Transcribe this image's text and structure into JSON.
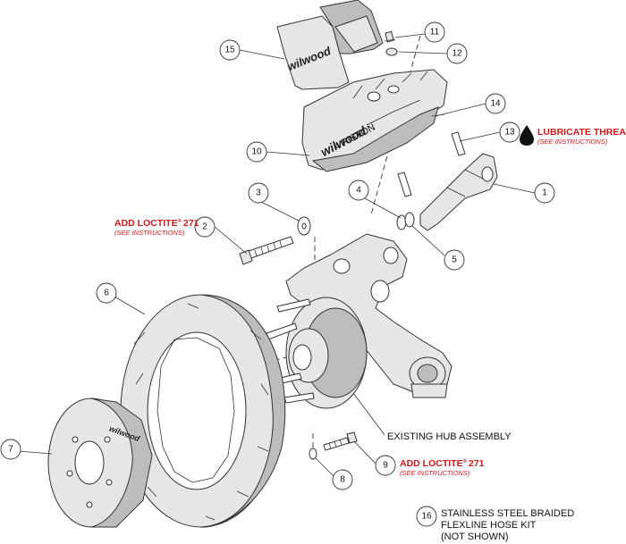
{
  "callouts": [
    {
      "id": "1",
      "num": "1"
    },
    {
      "id": "2",
      "num": "2"
    },
    {
      "id": "3",
      "num": "3"
    },
    {
      "id": "4",
      "num": "4"
    },
    {
      "id": "5",
      "num": "5"
    },
    {
      "id": "6",
      "num": "6"
    },
    {
      "id": "7",
      "num": "7"
    },
    {
      "id": "8",
      "num": "8"
    },
    {
      "id": "9",
      "num": "9"
    },
    {
      "id": "10",
      "num": "10"
    },
    {
      "id": "11",
      "num": "11"
    },
    {
      "id": "12",
      "num": "12"
    },
    {
      "id": "13",
      "num": "13"
    },
    {
      "id": "14",
      "num": "14"
    },
    {
      "id": "15",
      "num": "15"
    },
    {
      "id": "16",
      "num": "16"
    }
  ],
  "notes": {
    "lubricate_title": "LUBRICATE THREADS",
    "lubricate_sub": "(SEE INSTRUCTIONS)",
    "loctite_2_title": "ADD LOCTITE",
    "loctite_2_reg": "®",
    "loctite_2_num": "271",
    "loctite_2_sub": "(SEE INSTRUCTIONS)",
    "loctite_9_title": "ADD LOCTITE",
    "loctite_9_reg": "®",
    "loctite_9_num": "271",
    "loctite_9_sub": "(SEE INSTRUCTIONS)",
    "existing_hub": "EXISTING HUB ASSEMBLY",
    "hose_line1": "STAINLESS STEEL BRAIDED",
    "hose_line2": "FLEXLINE HOSE KIT",
    "hose_line3": "(NOT SHOWN)"
  },
  "logos": {
    "pad_brand": "wilwood",
    "caliper_brand": "wilwood",
    "caliper_model": "4 PISTON",
    "hat_brand": "wilwood"
  },
  "colors": {
    "red": "#d0191b",
    "line": "#333333",
    "part_fill": "#e6e6e6"
  }
}
